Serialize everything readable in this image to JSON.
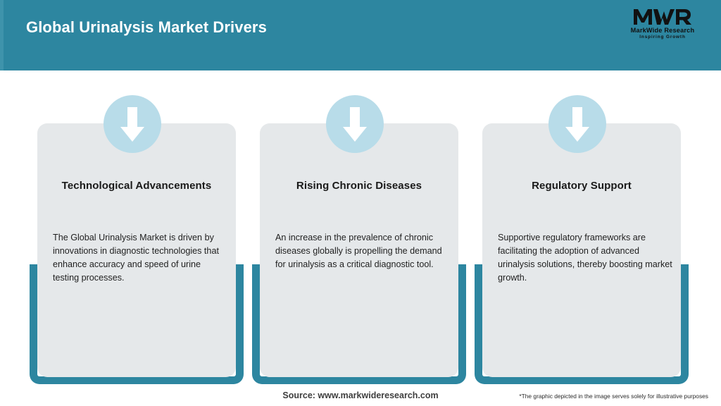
{
  "header": {
    "title": "Global Urinalysis Market Drivers",
    "background_color": "#2d86a0"
  },
  "logo": {
    "mark": "mwr-monogram",
    "name": "MarkWide Research",
    "tagline": "Inspiring Growth"
  },
  "cards": [
    {
      "icon": "arrow-down-icon",
      "title": "Technological Advancements",
      "body": "The Global Urinalysis Market is driven by innovations in diagnostic technologies that enhance accuracy and speed of urine testing processes."
    },
    {
      "icon": "arrow-down-icon",
      "title": "Rising Chronic Diseases",
      "body": "An increase in the prevalence of chronic diseases globally is propelling the demand for urinalysis as a critical diagnostic tool."
    },
    {
      "icon": "arrow-down-icon",
      "title": "Regulatory Support",
      "body": "Supportive regulatory frameworks are facilitating the adoption of advanced urinalysis solutions, thereby boosting market growth."
    }
  ],
  "footer": {
    "source": "Source: www.markwideresearch.com",
    "disclaimer": "*The graphic depicted in the image serves solely for illustrative purposes"
  },
  "colors": {
    "header_teal": "#2d86a0",
    "frame_teal": "#2d86a0",
    "card_gray": "#e5e8ea",
    "circle_blue": "#b8dce9",
    "arrow_white": "#ffffff"
  }
}
